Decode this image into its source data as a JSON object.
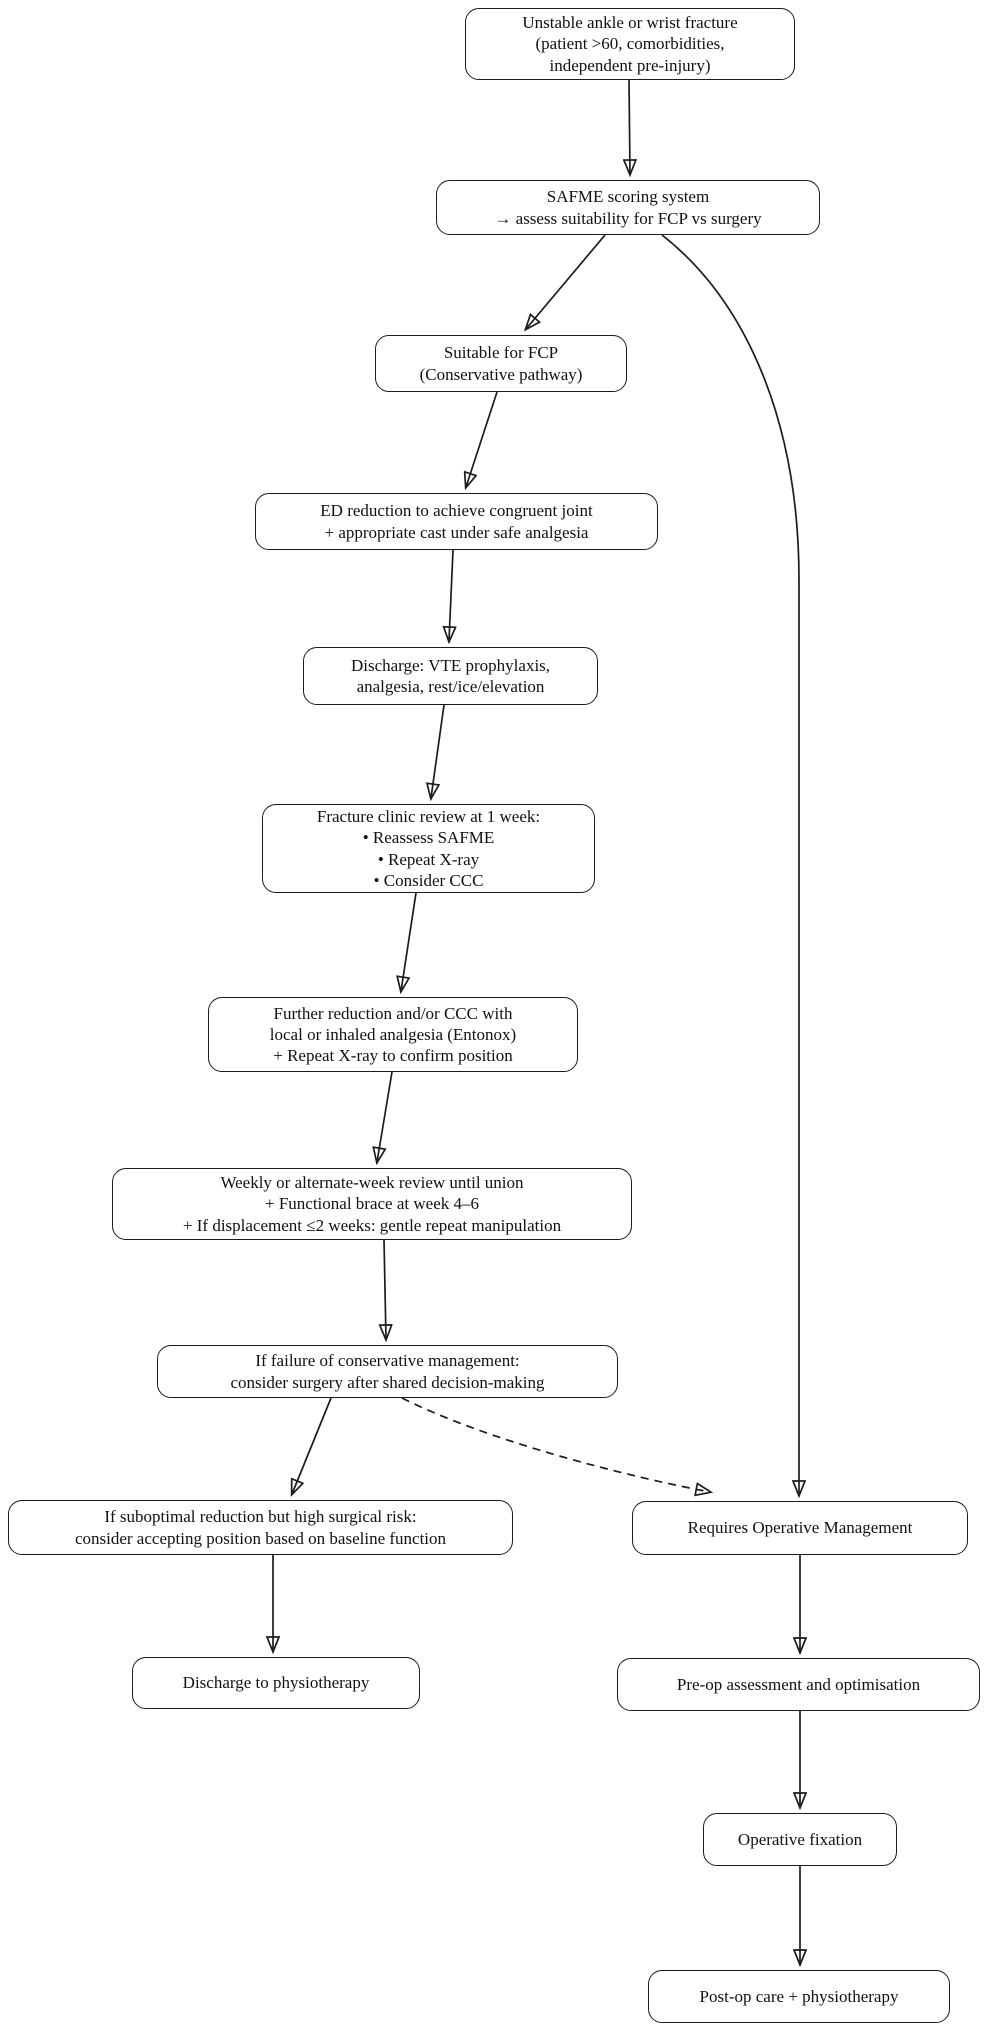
{
  "diagram": {
    "type": "flowchart",
    "colors": {
      "background": "#ffffff",
      "node_fill": "#ffffff",
      "node_border": "#1c1c1c",
      "edge": "#1c1c1c",
      "text": "#111111"
    },
    "nodes": [
      {
        "id": "unstable-fracture",
        "label": "Unstable ankle or wrist fracture\n(patient >60, comorbidities,\nindependent pre-injury)"
      },
      {
        "id": "safme-scoring",
        "label": "SAFME scoring system\n→ assess suitability for FCP vs surgery"
      },
      {
        "id": "suitable-fcp",
        "label": "Suitable for FCP\n(Conservative pathway)"
      },
      {
        "id": "ed-reduction",
        "label": "ED reduction to achieve congruent joint\n+ appropriate cast under safe analgesia"
      },
      {
        "id": "discharge-vte",
        "label": "Discharge: VTE prophylaxis,\nanalgesia, rest/ice/elevation"
      },
      {
        "id": "fracture-clinic",
        "label": "Fracture clinic review at 1 week:\n• Reassess SAFME\n• Repeat X-ray\n• Consider CCC"
      },
      {
        "id": "further-reduction",
        "label": "Further reduction and/or CCC with\nlocal or inhaled analgesia (Entonox)\n+ Repeat X-ray to confirm position"
      },
      {
        "id": "weekly-review",
        "label": "Weekly or alternate-week review until union\n+ Functional brace at week 4–6\n+ If displacement ≤2 weeks: gentle repeat manipulation"
      },
      {
        "id": "if-failure",
        "label": "If failure of conservative management:\nconsider surgery after shared decision-making"
      },
      {
        "id": "if-suboptimal",
        "label": "If suboptimal reduction but high surgical risk:\nconsider accepting position based on baseline function"
      },
      {
        "id": "requires-operative",
        "label": "Requires Operative Management"
      },
      {
        "id": "discharge-physio",
        "label": "Discharge to physiotherapy"
      },
      {
        "id": "pre-op",
        "label": "Pre-op assessment and optimisation"
      },
      {
        "id": "operative-fixation",
        "label": "Operative fixation"
      },
      {
        "id": "post-op",
        "label": "Post-op care + physiotherapy"
      }
    ],
    "edges": [
      {
        "from": "unstable-fracture",
        "to": "safme-scoring",
        "style": "solid"
      },
      {
        "from": "safme-scoring",
        "to": "suitable-fcp",
        "style": "solid"
      },
      {
        "from": "safme-scoring",
        "to": "requires-operative",
        "style": "solid"
      },
      {
        "from": "suitable-fcp",
        "to": "ed-reduction",
        "style": "solid"
      },
      {
        "from": "ed-reduction",
        "to": "discharge-vte",
        "style": "solid"
      },
      {
        "from": "discharge-vte",
        "to": "fracture-clinic",
        "style": "solid"
      },
      {
        "from": "fracture-clinic",
        "to": "further-reduction",
        "style": "solid"
      },
      {
        "from": "further-reduction",
        "to": "weekly-review",
        "style": "solid"
      },
      {
        "from": "weekly-review",
        "to": "if-failure",
        "style": "solid"
      },
      {
        "from": "if-failure",
        "to": "if-suboptimal",
        "style": "solid"
      },
      {
        "from": "if-failure",
        "to": "requires-operative",
        "style": "dashed"
      },
      {
        "from": "if-suboptimal",
        "to": "discharge-physio",
        "style": "solid"
      },
      {
        "from": "requires-operative",
        "to": "pre-op",
        "style": "solid"
      },
      {
        "from": "pre-op",
        "to": "operative-fixation",
        "style": "solid"
      },
      {
        "from": "operative-fixation",
        "to": "post-op",
        "style": "solid"
      }
    ]
  }
}
